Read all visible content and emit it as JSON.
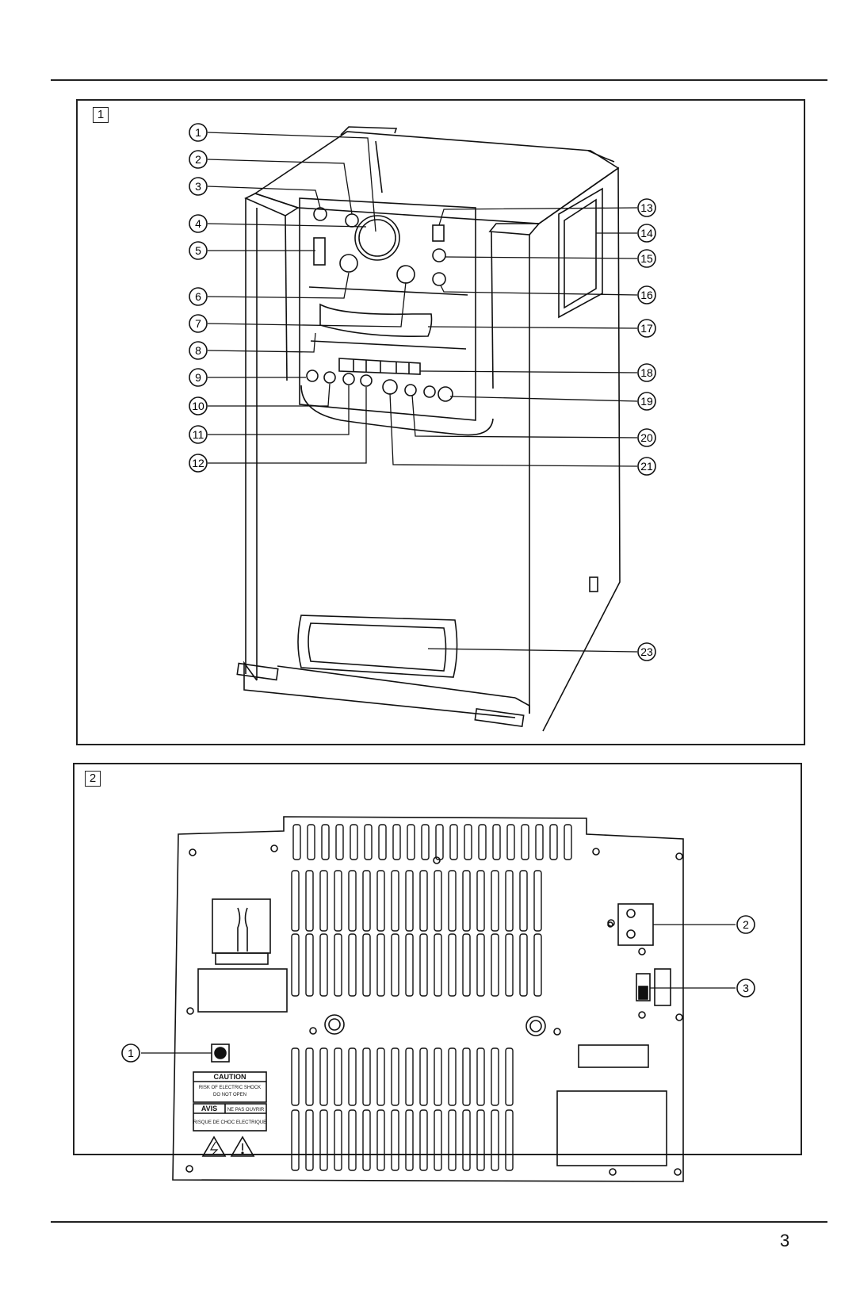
{
  "figure1": {
    "tag": "1",
    "callouts": [
      "1",
      "2",
      "3",
      "4",
      "5",
      "6",
      "7",
      "8",
      "9",
      "10",
      "11",
      "12",
      "13",
      "14",
      "15",
      "16",
      "17",
      "18",
      "19",
      "20",
      "21",
      "23"
    ]
  },
  "figure2": {
    "tag": "2",
    "callouts": [
      "1",
      "2",
      "3"
    ],
    "caution_label": {
      "title": "CAUTION",
      "line1": "RISK OF ELECTRIC SHOCK",
      "line2": "DO NOT OPEN",
      "avis": "AVIS",
      "avis_right": "NE PAS OUVRIR",
      "avis_line2": "RISQUE DE CHOC ELECTRIQUE"
    }
  },
  "page_number": "3"
}
